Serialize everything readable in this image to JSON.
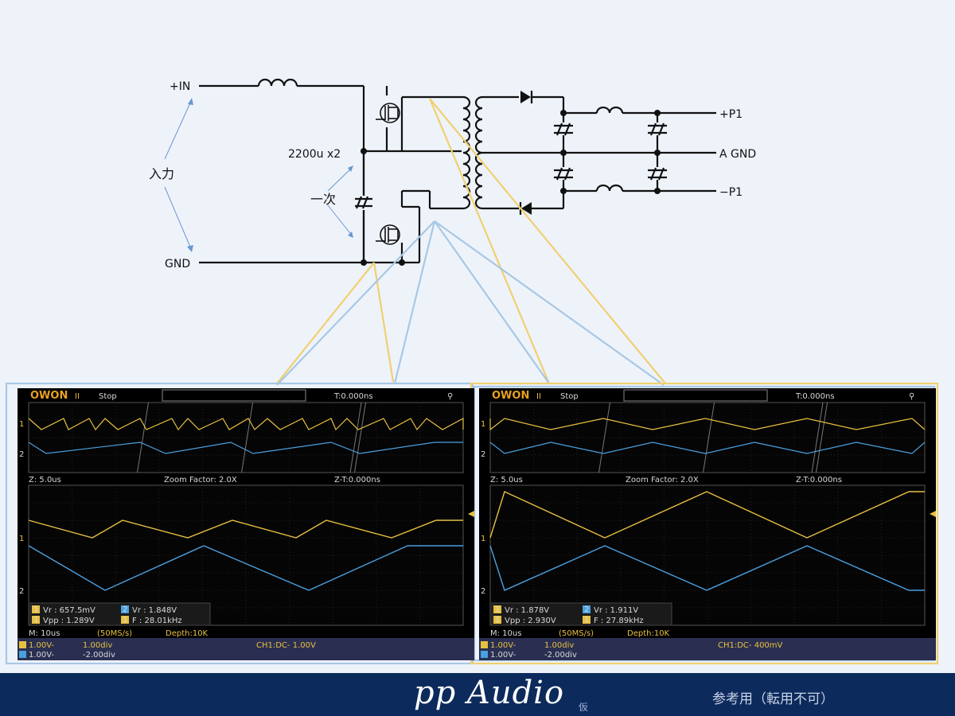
{
  "circuit": {
    "in_plus": "+IN",
    "gnd": "GND",
    "input_label": "入力",
    "primary_label": "一次",
    "cap_label": "2200u x2",
    "out_plus": "+P1",
    "out_gnd": "A GND",
    "out_minus": "−P1"
  },
  "scopes": [
    {
      "brand": "OWON",
      "run_state": "Stop",
      "trigger_time": "T:0.000ns",
      "zoom_time": "Z: 5.0us",
      "zoom_factor": "Zoom Factor: 2.0X",
      "zoom_trigger": "Z-T:0.000ns",
      "meas": [
        "Vr : 657.5mV",
        "Vr : 1.848V",
        "Vpp : 1.289V",
        "F : 28.01kHz"
      ],
      "meas_ch": [
        "1",
        "2",
        "1",
        "1"
      ],
      "timebase": "M: 10us",
      "sample_rate": "(50MS/s)",
      "depth": "Depth:10K",
      "ch1_scale": "1.00V-",
      "ch1_pos": "1.00div",
      "ch2_scale": "1.00V-",
      "ch2_pos": "-2.00div",
      "trigger": "CH1:DC- 1.00V"
    },
    {
      "brand": "OWON",
      "run_state": "Stop",
      "trigger_time": "T:0.000ns",
      "zoom_time": "Z: 5.0us",
      "zoom_factor": "Zoom Factor: 2.0X",
      "zoom_trigger": "Z-T:0.000ns",
      "meas": [
        "Vr : 1.878V",
        "Vr : 1.911V",
        "Vpp : 2.930V",
        "F : 27.89kHz"
      ],
      "meas_ch": [
        "1",
        "2",
        "1",
        "1"
      ],
      "timebase": "M: 10us",
      "sample_rate": "(50MS/s)",
      "depth": "Depth:10K",
      "ch1_scale": "1.00V-",
      "ch1_pos": "1.00div",
      "ch2_scale": "1.00V-",
      "ch2_pos": "-2.00div",
      "trigger": "CH1:DC- 400mV"
    }
  ],
  "footer": {
    "brand": "pp Audio",
    "small": "仮",
    "note": "参考用（転用不可）"
  },
  "colors": {
    "ch1": "#e8c040",
    "ch2": "#4aa0e0",
    "callout_yellow": "#f0d070",
    "callout_blue": "#a8c8e4",
    "footer_bg": "#0d2a5c"
  }
}
